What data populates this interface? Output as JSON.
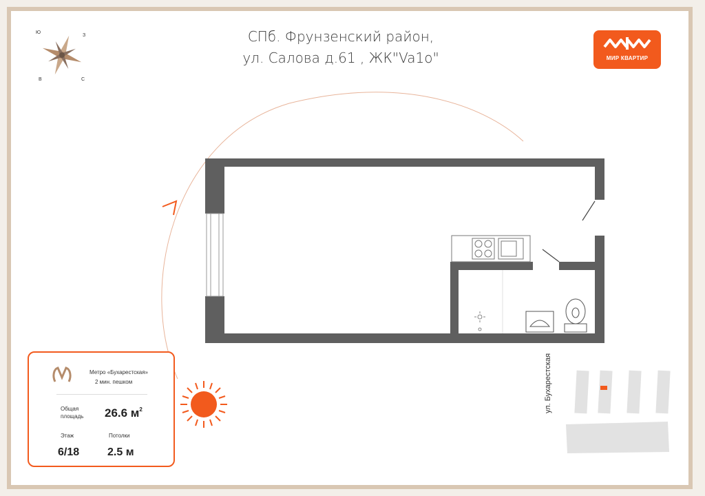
{
  "header": {
    "line1": "СПб. Фрунзенский район,",
    "line2": "ул. Салова д.61 ,  ЖК\"Va1o\""
  },
  "logo": {
    "text": "МИР КВАРТИР",
    "color": "#f25a1d"
  },
  "compass": {
    "n": "Ю",
    "e": "З",
    "w": "В",
    "s": "С"
  },
  "info": {
    "metro_name": "Метро «Бухарестская»",
    "metro_walk": "2 мин. пешком",
    "area_label_1": "Общая",
    "area_label_2": "площадь",
    "area_value": "26.6 м",
    "area_unit_sup": "2",
    "floor_label": "Этаж",
    "floor_value": "6/18",
    "ceiling_label": "Потолки",
    "ceiling_value": "2.5 м"
  },
  "street": "ул. Бухарестская",
  "colors": {
    "accent": "#f25a1d",
    "wall": "#5f5f5f",
    "frame": "#d9c7b3"
  }
}
